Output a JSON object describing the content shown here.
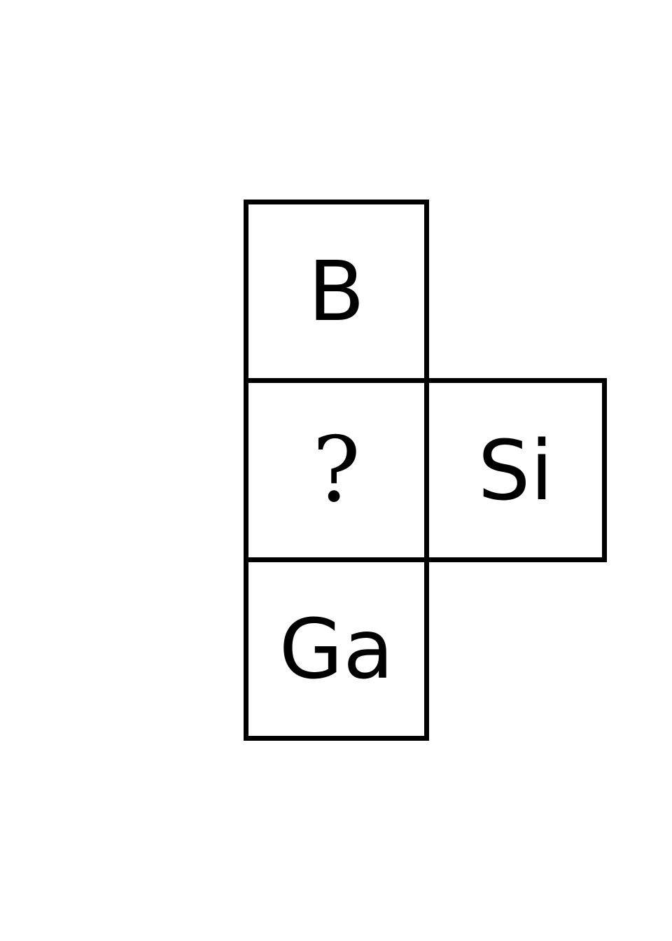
{
  "diagram": {
    "cells": {
      "top": "B",
      "middle": "?",
      "right": "Si",
      "bottom": "Ga"
    }
  }
}
